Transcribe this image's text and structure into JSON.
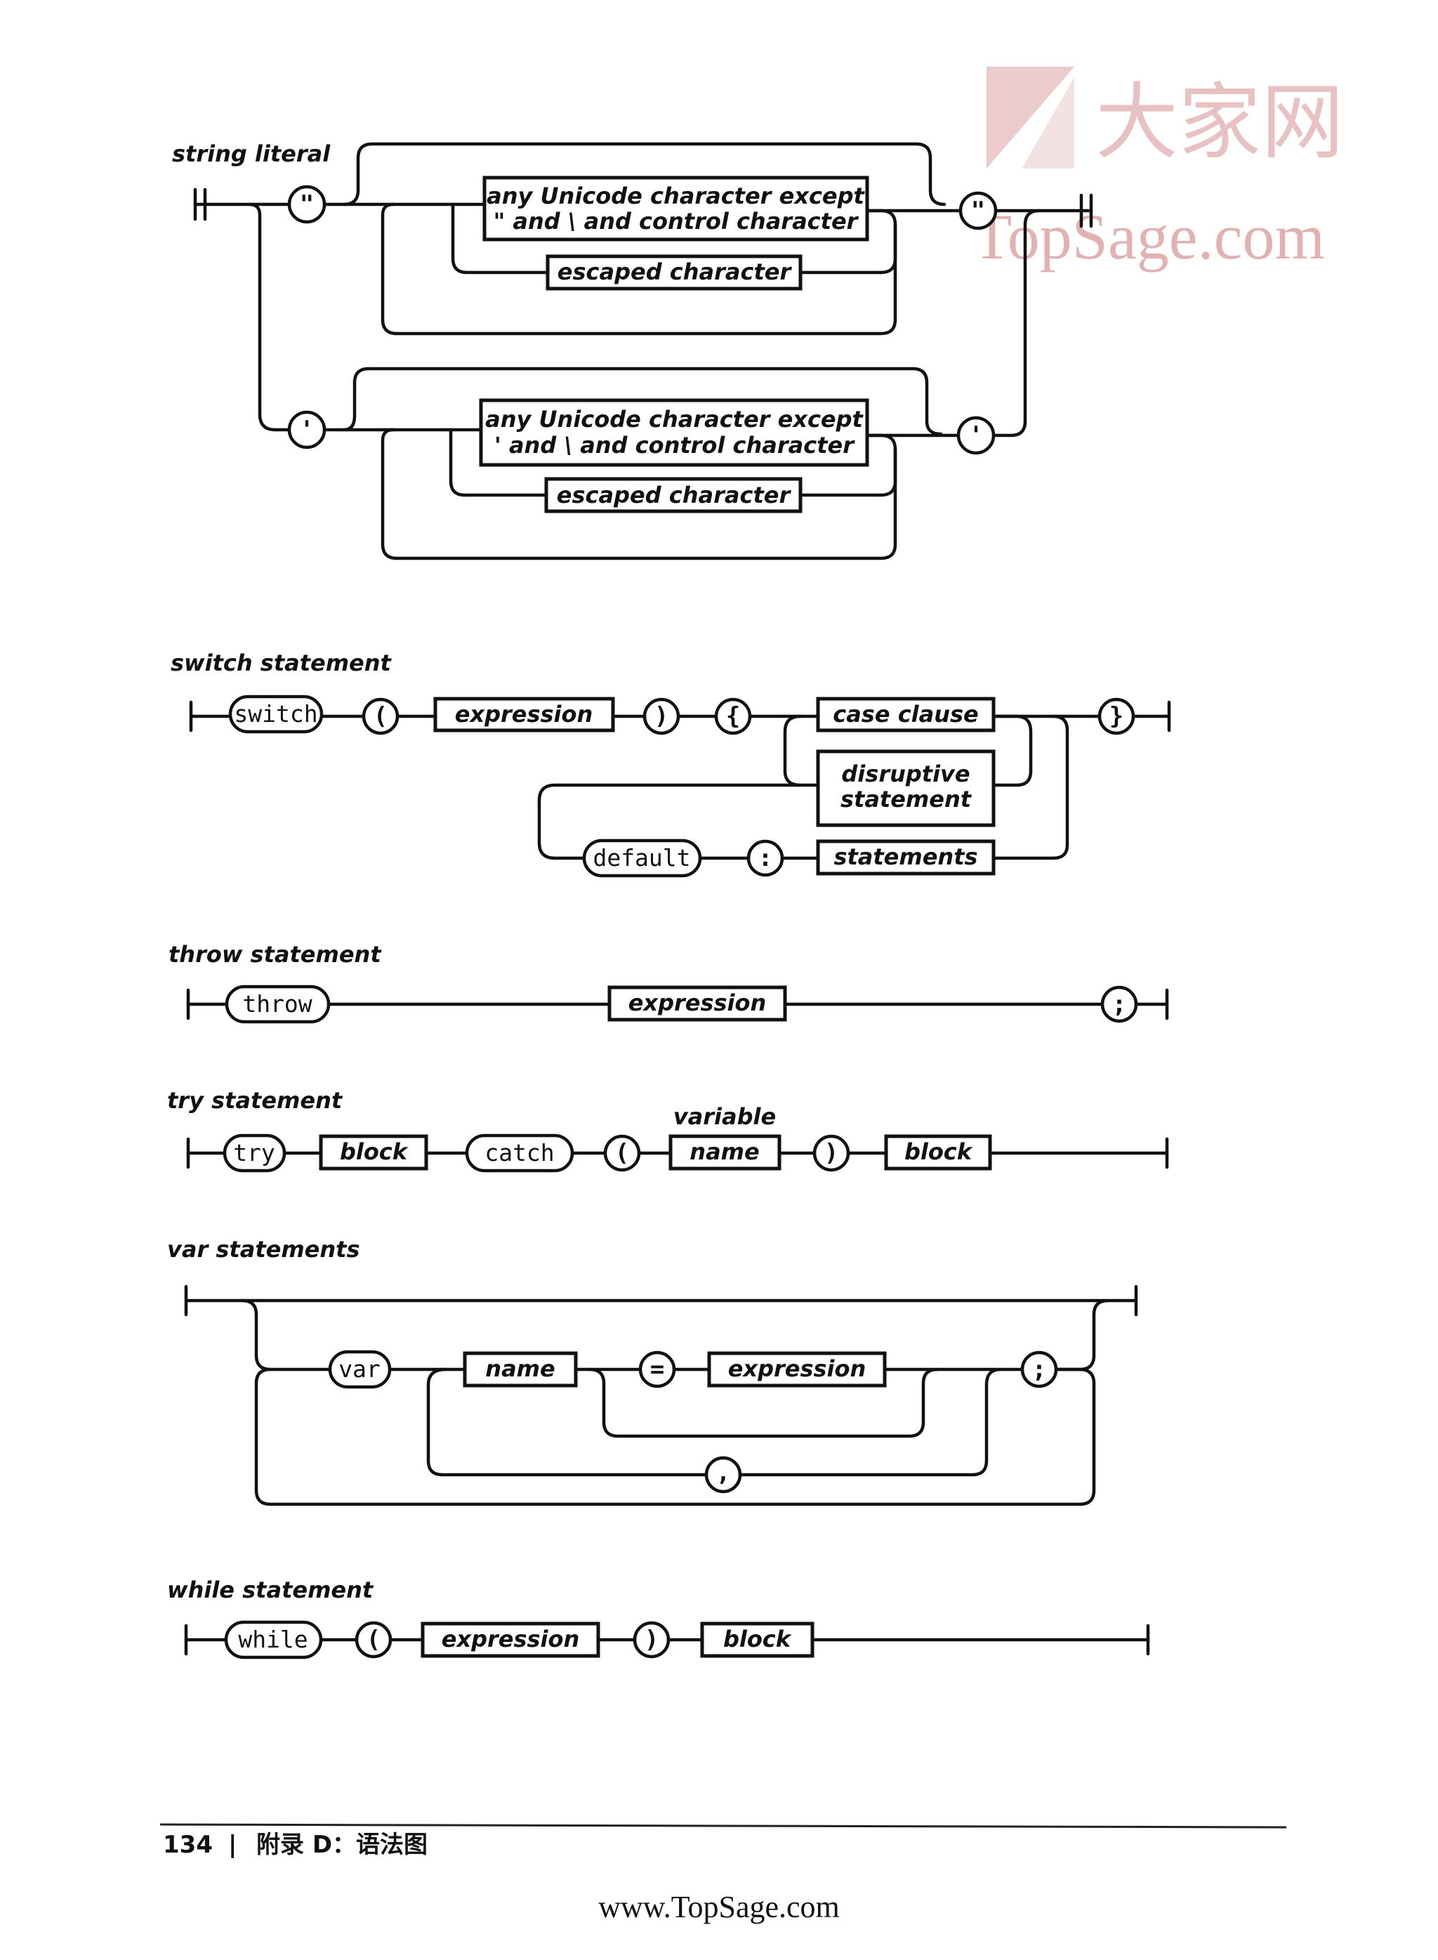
{
  "watermark": {
    "chinese": "大家网",
    "site": "TopSage.com",
    "colors": {
      "text": "#e2b2b2",
      "logo": "#e8c2c2"
    }
  },
  "sections": {
    "string_literal": {
      "title": "string literal",
      "dquote": "\"",
      "squote": "'",
      "any_dq_line1": "any Unicode character except",
      "any_dq_line2": "\" and \\ and control character",
      "escaped_dq": "escaped character",
      "any_sq_line1": "any Unicode character except",
      "any_sq_line2": "' and \\ and control character",
      "escaped_sq": "escaped character"
    },
    "switch_statement": {
      "title": "switch statement",
      "switch_kw": "switch",
      "lparen": "(",
      "expression": "expression",
      "rparen": ")",
      "lbrace": "{",
      "case_clause": "case clause",
      "disruptive_line1": "disruptive",
      "disruptive_line2": "statement",
      "default_kw": "default",
      "colon": ":",
      "statements": "statements",
      "rbrace": "}"
    },
    "throw_statement": {
      "title": "throw statement",
      "throw_kw": "throw",
      "expression": "expression",
      "semicolon": ";"
    },
    "try_statement": {
      "title": "try statement",
      "try_kw": "try",
      "block1": "block",
      "catch_kw": "catch",
      "lparen": "(",
      "variable_label": "variable",
      "name": "name",
      "rparen": ")",
      "block2": "block"
    },
    "var_statements": {
      "title": "var statements",
      "var_kw": "var",
      "name": "name",
      "equals": "=",
      "expression": "expression",
      "comma": ",",
      "semicolon": ";"
    },
    "while_statement": {
      "title": "while statement",
      "while_kw": "while",
      "lparen": "(",
      "expression": "expression",
      "rparen": ")",
      "block": "block"
    }
  },
  "footer": {
    "page_number": "134",
    "separator": "|",
    "chapter": "附录 D：语法图",
    "url": "www.TopSage.com"
  }
}
